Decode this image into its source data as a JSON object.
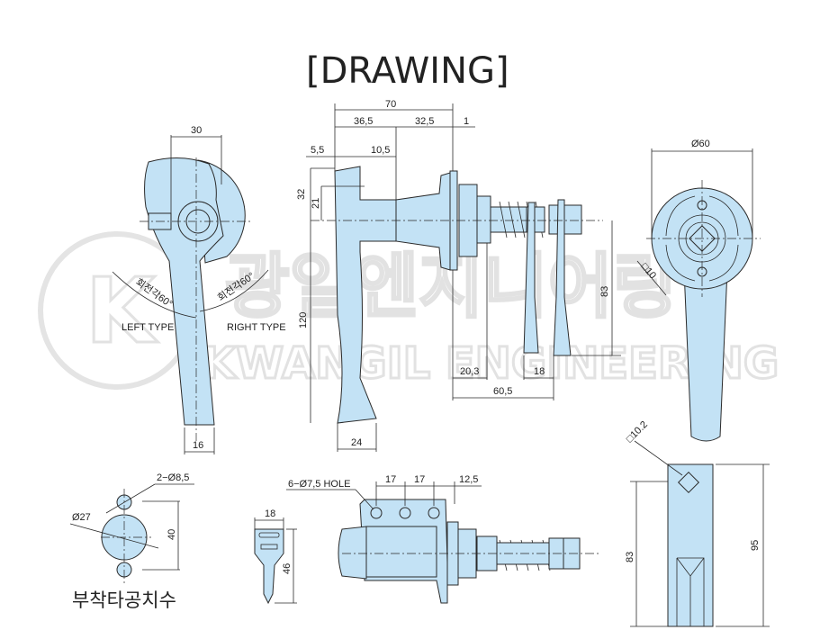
{
  "title": "[DRAWING]",
  "watermark": {
    "brand": "KWANGIL ENGINEERING",
    "korean": "광일엔지니어링",
    "logo": "K"
  },
  "front_view": {
    "width": "30",
    "bottom_width": "16",
    "left_angle": "회전각60°",
    "right_angle": "회전각60°",
    "left_type": "LEFT TYPE",
    "right_type": "RIGHT TYPE"
  },
  "side_view": {
    "overall": "70",
    "d1": "36,5",
    "d2": "32,5",
    "d3": "1",
    "d4": "5,5",
    "d5": "10,5",
    "h1": "32",
    "h2": "21",
    "height": "120",
    "grip": "24",
    "cam_height": "83",
    "cam_off": "20,3",
    "cam_w": "18",
    "cam_len": "60,5"
  },
  "rear_view": {
    "diameter": "Ø60",
    "square": "□10"
  },
  "cam_detail": {
    "square": "□10.2",
    "length": "95",
    "height": "83"
  },
  "cutout": {
    "holes": "2−Ø8,5",
    "center": "Ø27",
    "pitch": "40",
    "caption": "부착타공치수"
  },
  "key": {
    "width": "18",
    "length": "46"
  },
  "top_view": {
    "holes": "6−Ø7,5 HOLE",
    "p1": "17",
    "p2": "17",
    "p3": "12,5"
  }
}
